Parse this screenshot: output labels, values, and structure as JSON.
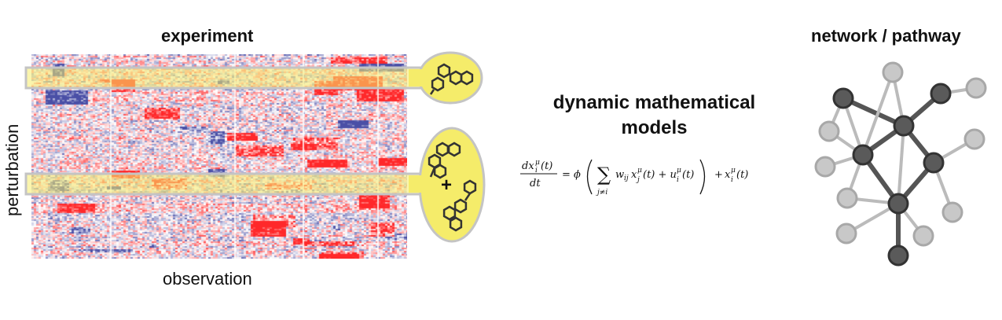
{
  "experiment": {
    "title": "experiment",
    "x_axis_label": "observation",
    "y_axis_label": "perturbation",
    "combine_symbol": "+"
  },
  "models": {
    "title_line1": "dynamic mathematical",
    "title_line2": "models"
  },
  "network": {
    "title": "network / pathway"
  },
  "colors": {
    "highlight_fill": "#f5ec6a",
    "highlight_stroke": "#c4c4c4",
    "heat_red": "#e8262b",
    "heat_blue": "#4a4fa6",
    "node_dark": "#5a5a5a",
    "node_light": "#c8c8c8"
  }
}
